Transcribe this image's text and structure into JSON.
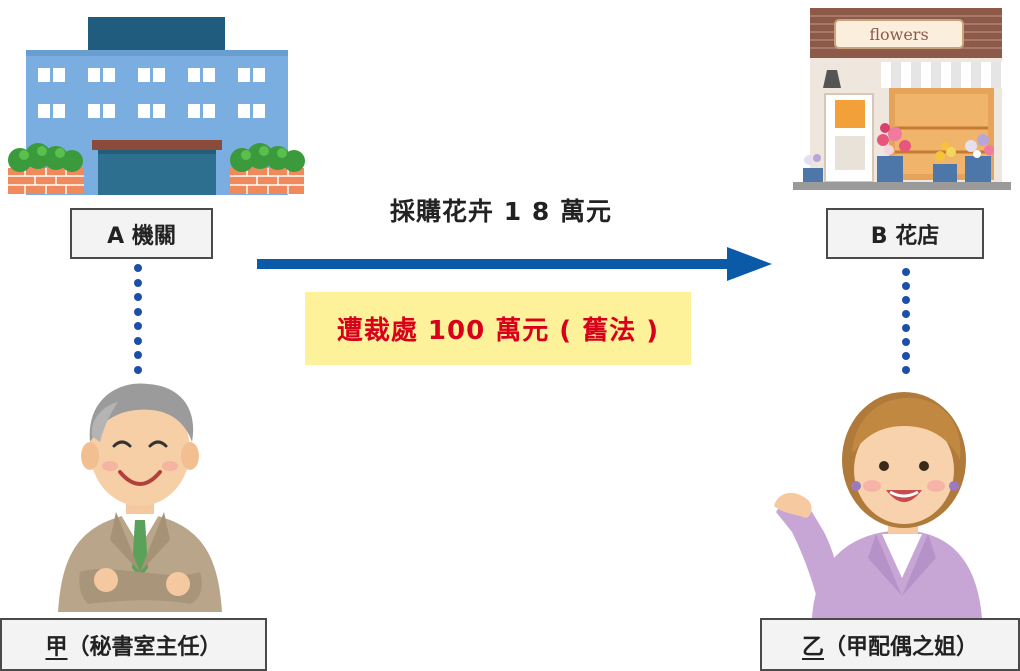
{
  "agency": {
    "label": "A 機關"
  },
  "shop": {
    "label": "B 花店",
    "sign": "flowers"
  },
  "transaction": {
    "label": "採購花卉 1 8 萬元"
  },
  "penalty": {
    "label": "遭裁處 100 萬元 ( 舊法 )"
  },
  "person_a": {
    "name": "甲",
    "role": "（秘書室主任）"
  },
  "person_b": {
    "name": "乙",
    "role": "（甲配偶之姐）"
  },
  "colors": {
    "arrow": "#0b5aa8",
    "penalty_bg": "#fdf29a",
    "penalty_text": "#d9001b",
    "connector": "#1b4fa8"
  }
}
